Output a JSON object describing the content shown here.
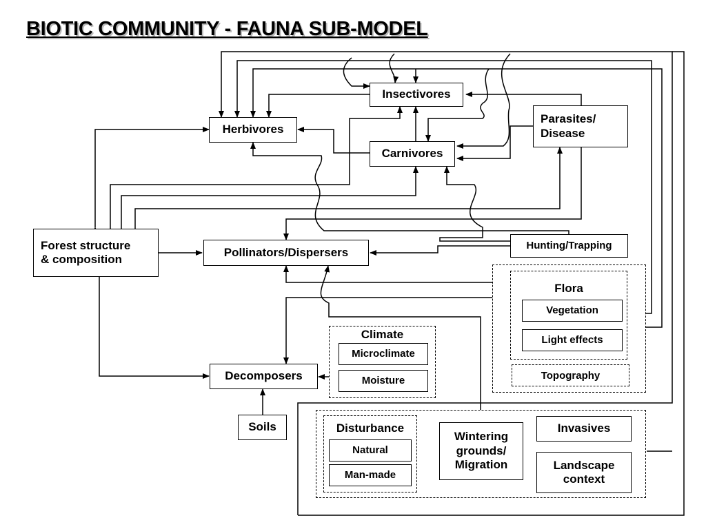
{
  "title": "BIOTIC COMMUNITY - FAUNA SUB-MODEL",
  "nodes": {
    "insectivores": "Insectivores",
    "herbivores": "Herbivores",
    "carnivores": "Carnivores",
    "parasites": "Parasites/\nDisease",
    "forest": "Forest structure\n& composition",
    "pollinators": "Pollinators/Dispersers",
    "hunting": "Hunting/Trapping",
    "decomposers": "Decomposers",
    "soils": "Soils"
  },
  "groups": {
    "flora": {
      "label": "Flora",
      "items": [
        "Vegetation",
        "Light effects"
      ]
    },
    "topography": "Topography",
    "climate": {
      "label": "Climate",
      "items": [
        "Microclimate",
        "Moisture"
      ]
    },
    "disturbance": {
      "label": "Disturbance",
      "items": [
        "Natural",
        "Man-made"
      ]
    },
    "wintering": "Wintering\ngrounds/\nMigration",
    "invasives": "Invasives",
    "landscape": "Landscape\ncontext"
  }
}
